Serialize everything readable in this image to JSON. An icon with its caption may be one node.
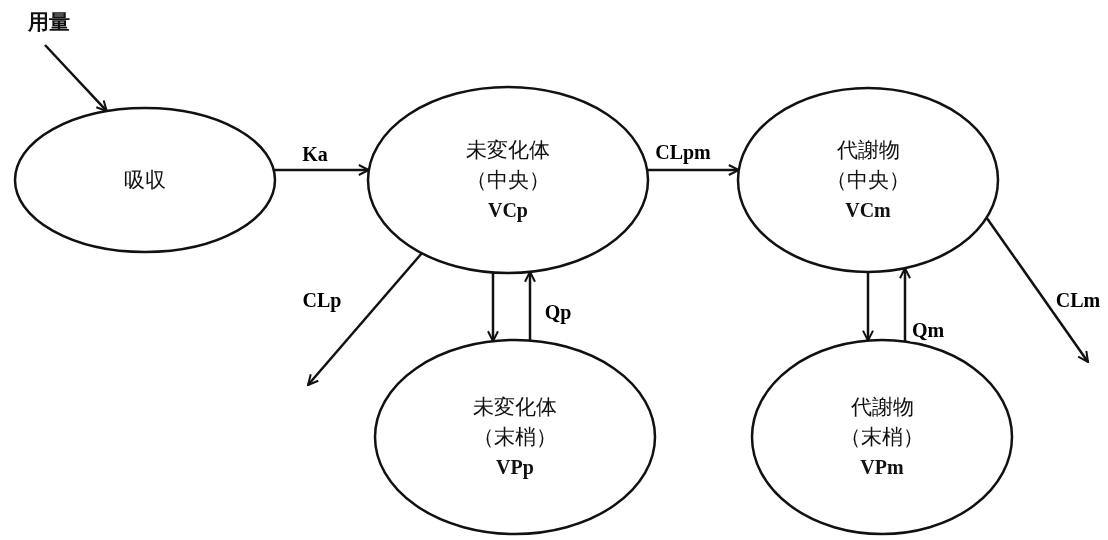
{
  "diagram": {
    "nodes": [
      {
        "text": [
          "用量"
        ]
      },
      {
        "text": [
          "吸収"
        ]
      },
      {
        "text": [
          "未変化体",
          "（中央）",
          "VCp"
        ]
      },
      {
        "text": [
          "代謝物",
          "（中央）",
          "VCm"
        ]
      },
      {
        "text": [
          "未変化体",
          "（末梢）",
          "VPp"
        ]
      },
      {
        "text": [
          "代謝物",
          "（末梢）",
          "VPm"
        ]
      }
    ],
    "edges": [
      {
        "from": 0,
        "to": 1,
        "arrow": "to"
      },
      {
        "from": 1,
        "to": 2,
        "arrow": "to",
        "label": "Ka"
      },
      {
        "from": 2,
        "to": 3,
        "arrow": "to",
        "label": "CLpm"
      },
      {
        "from": 2,
        "to": null,
        "arrow": "to",
        "label": "CLp"
      },
      {
        "from": 2,
        "to": 4,
        "arrow": "to"
      },
      {
        "from": 4,
        "to": 2,
        "arrow": "to",
        "label": "Qp"
      },
      {
        "from": 3,
        "to": 5,
        "arrow": "to"
      },
      {
        "from": 5,
        "to": 3,
        "arrow": "to",
        "label": "Qm"
      },
      {
        "from": 3,
        "to": null,
        "arrow": "to",
        "label": "CLm"
      }
    ]
  }
}
